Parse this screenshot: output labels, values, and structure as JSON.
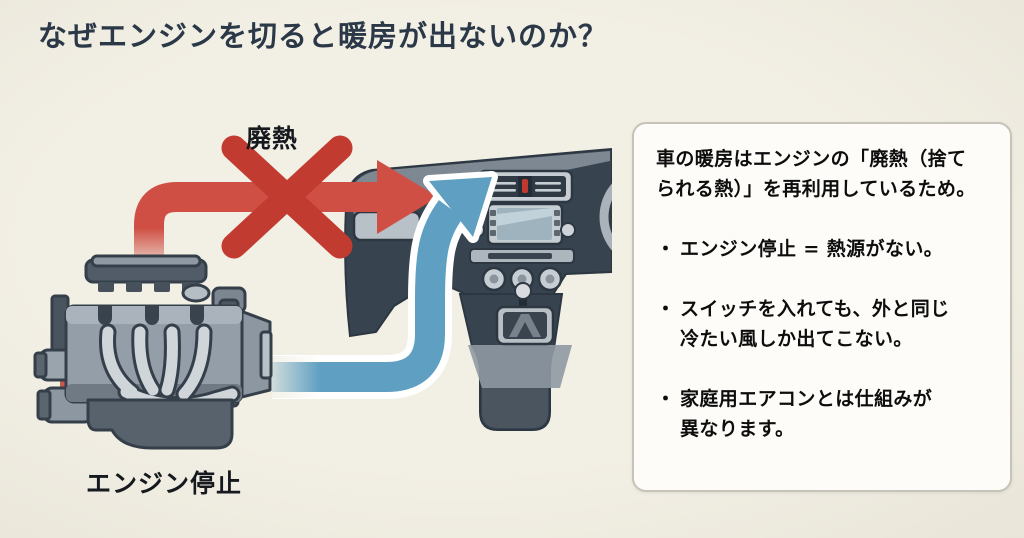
{
  "title": "なぜエンジンを切ると暖房が出ないのか？",
  "diagram": {
    "waste_heat_label": "廃熱",
    "engine_label": "エンジン停止"
  },
  "info_box": {
    "intro": "車の暖房はエンジンの「廃熱（捨て\nられる熱）」を再利用しているため。",
    "bullet_marker": "・",
    "bullets": [
      "エンジン停止 = 熱源がない。",
      "スイッチを入れても、外と同じ\n冷たい風しか出てこない。",
      "家庭用エアコンとは仕組みが\n異なります。"
    ]
  },
  "colors": {
    "background": "#f1eee3",
    "title_text": "#2b3847",
    "red_arrow": "#cf4f44",
    "red_x": "#c23b31",
    "blue_arrow": "#5fa0c2",
    "dashboard_dark": "#37434f",
    "panel_light": "#c6cdd3",
    "vent_indicator_red": "#c0392e",
    "box_background": "#fdfcf8",
    "box_border": "#c6c3b9",
    "body_text": "#0d0d0d"
  }
}
